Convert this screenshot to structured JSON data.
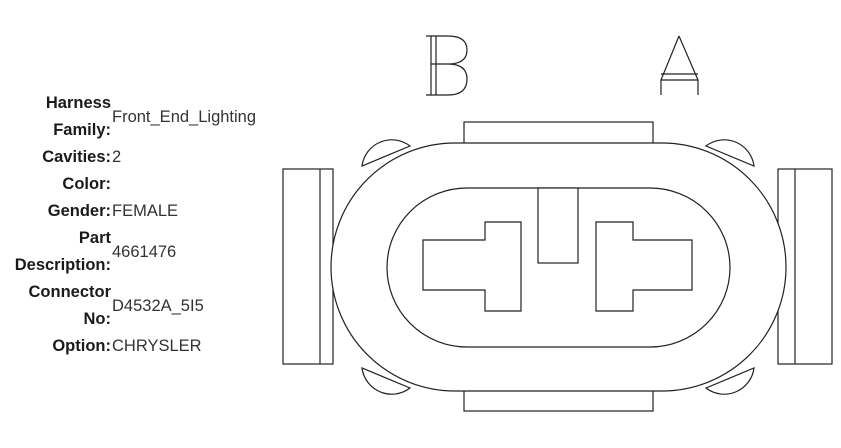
{
  "connector_info": {
    "rows": [
      {
        "label": "Harness Family:",
        "value": "Front_End_Lighting"
      },
      {
        "label": "Cavities:",
        "value": "2"
      },
      {
        "label": "Color:",
        "value": ""
      },
      {
        "label": "Gender:",
        "value": "FEMALE"
      },
      {
        "label": "Part Description:",
        "value": "4661476"
      },
      {
        "label": "Connector No:",
        "value": "D4532A_5I5"
      },
      {
        "label": "Option:",
        "value": "CHRYSLER"
      }
    ]
  },
  "diagram": {
    "pin_labels": [
      {
        "id": "B",
        "name": "B"
      },
      {
        "id": "A",
        "name": "A"
      }
    ]
  }
}
